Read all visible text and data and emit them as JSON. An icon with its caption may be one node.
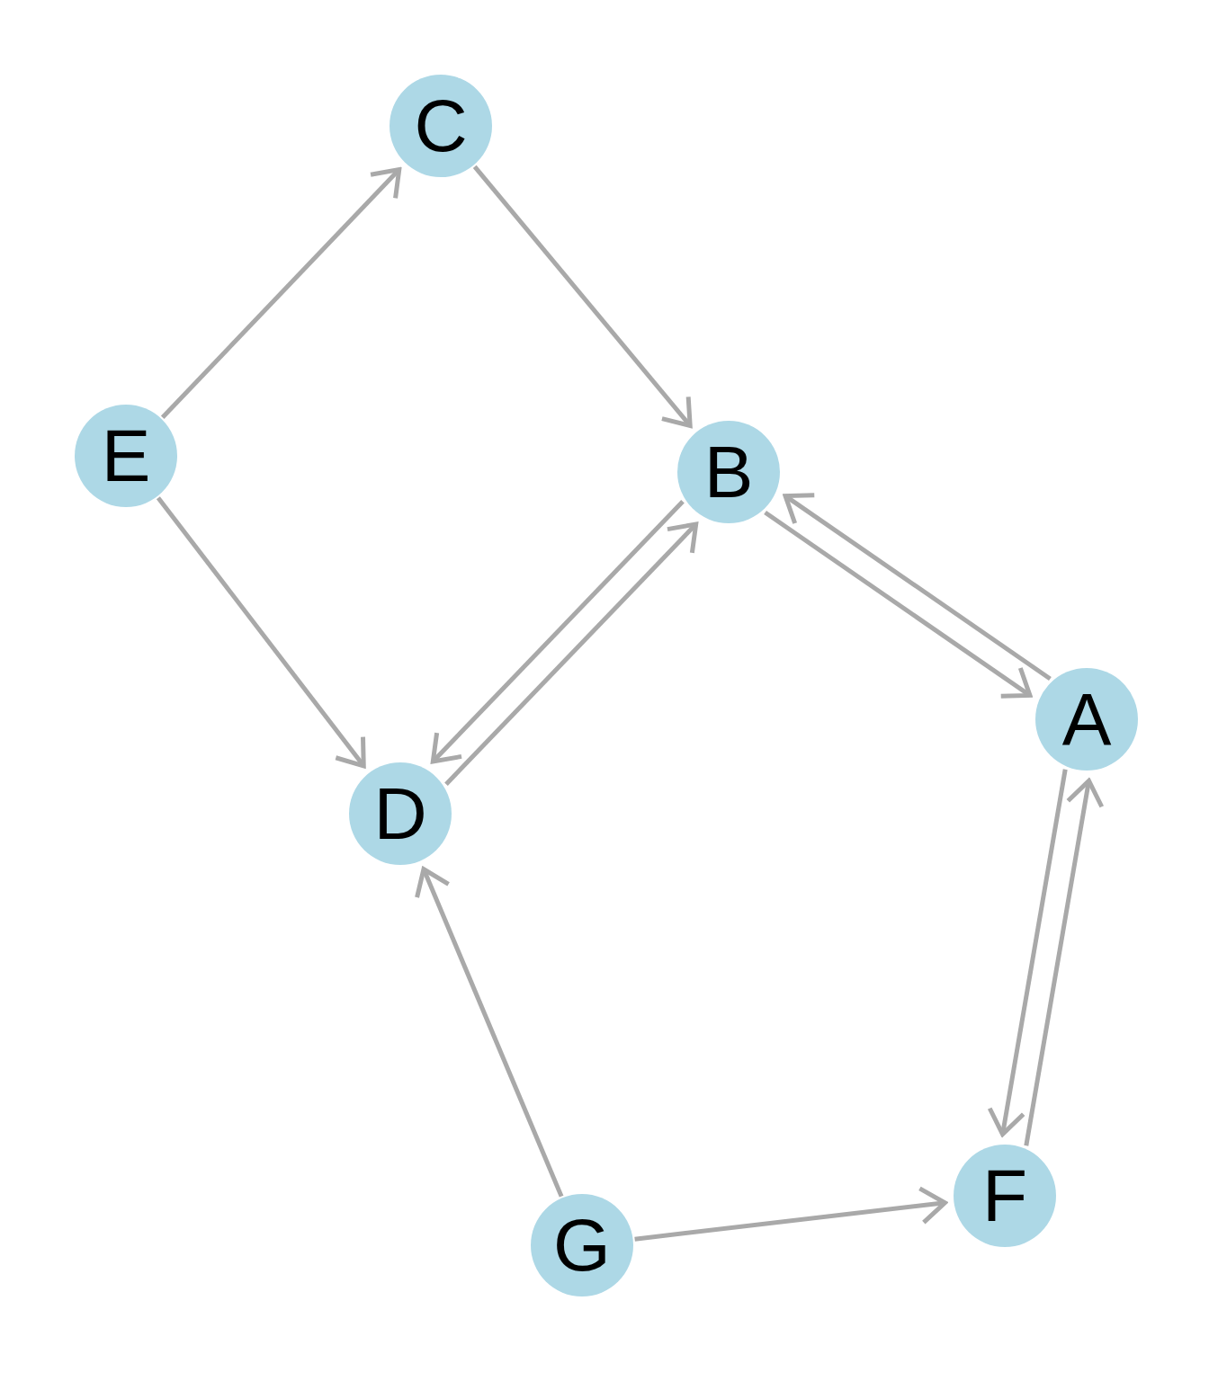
{
  "diagram": {
    "nodes": [
      {
        "text": [
          "C"
        ]
      },
      {
        "text": [
          "E"
        ]
      },
      {
        "text": [
          "B"
        ]
      },
      {
        "text": [
          "A"
        ]
      },
      {
        "text": [
          "D"
        ]
      },
      {
        "text": [
          "F"
        ]
      },
      {
        "text": [
          "G"
        ]
      }
    ],
    "edges": [
      {
        "from": 1,
        "to": 0,
        "arrow": "to"
      },
      {
        "from": 0,
        "to": 2,
        "arrow": "to"
      },
      {
        "from": 1,
        "to": 4,
        "arrow": "to"
      },
      {
        "from": 2,
        "to": 4,
        "arrow": "to"
      },
      {
        "from": 4,
        "to": 2,
        "arrow": "to"
      },
      {
        "from": 2,
        "to": 3,
        "arrow": "to"
      },
      {
        "from": 3,
        "to": 2,
        "arrow": "to"
      },
      {
        "from": 3,
        "to": 5,
        "arrow": "to"
      },
      {
        "from": 5,
        "to": 3,
        "arrow": "to"
      },
      {
        "from": 6,
        "to": 4,
        "arrow": "to"
      },
      {
        "from": 6,
        "to": 5,
        "arrow": "to"
      }
    ]
  }
}
